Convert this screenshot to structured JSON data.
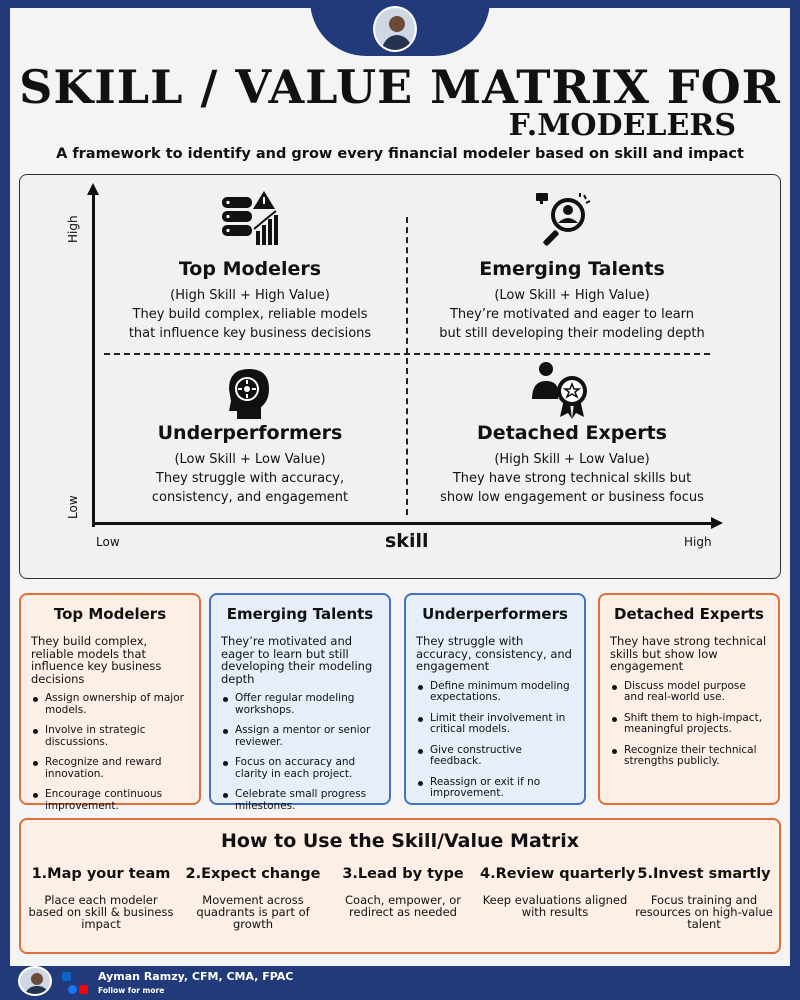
{
  "header": {
    "title_line1": "SKILL / VALUE MATRIX FOR",
    "title_line2": "F.MODELERS",
    "subtitle": "A framework to identify and grow every financial modeler based on skill and impact"
  },
  "matrix": {
    "y_high": "High",
    "y_low": "Low",
    "x_low": "Low",
    "x_high": "High",
    "x_title": "skill",
    "quadrants": [
      {
        "title": "Top Modelers",
        "tag": "(High Skill + High Value)",
        "line1": "They build complex, reliable models",
        "line2": "that influence key business decisions",
        "icon": "server-chart-warning-icon"
      },
      {
        "title": "Emerging Talents",
        "tag": "(Low Skill + High Value)",
        "line1": "They’re motivated and eager to learn",
        "line2": "but still developing their modeling depth",
        "icon": "magnifier-person-icon"
      },
      {
        "title": "Underperformers",
        "tag": "(Low Skill + Low Value)",
        "line1": "They struggle with accuracy,",
        "line2": "consistency, and engagement",
        "icon": "head-arrows-icon"
      },
      {
        "title": "Detached Experts",
        "tag": "(High Skill + Low Value)",
        "line1": "They have strong technical skills but",
        "line2": "show low engagement or business focus",
        "icon": "person-award-icon"
      }
    ]
  },
  "cards": [
    {
      "title": "Top Modelers",
      "desc": "They build complex, reliable models that influence key business decisions",
      "items": [
        "Assign ownership of major models.",
        "Involve in strategic discussions.",
        "Recognize and reward innovation.",
        "Encourage continuous improvement."
      ],
      "color": "#e0703a"
    },
    {
      "title": "Emerging Talents",
      "desc": "They’re motivated and eager to learn but still developing their modeling depth",
      "items": [
        "Offer regular modeling workshops.",
        "Assign a mentor or senior reviewer.",
        "Focus on accuracy and clarity in each project.",
        "Celebrate small progress milestones."
      ],
      "color": "#4472c4"
    },
    {
      "title": "Underperformers",
      "desc": "They struggle with accuracy, consistency, and engagement",
      "items": [
        "Define minimum modeling expectations.",
        "Limit their involvement in critical models.",
        "Give constructive feedback.",
        "Reassign or exit if no improvement."
      ],
      "color": "#4472c4"
    },
    {
      "title": "Detached Experts",
      "desc": "They have strong technical skills but show low engagement",
      "items": [
        "Discuss model purpose and real-world use.",
        "Shift them to high-impact, meaningful projects.",
        "Recognize their technical strengths publicly."
      ],
      "color": "#e0703a"
    }
  ],
  "how": {
    "title": "How to Use the Skill/Value Matrix",
    "steps": [
      {
        "head": "1.Map your team",
        "desc": "Place each modeler based on skill & business impact"
      },
      {
        "head": "2.Expect change",
        "desc": "Movement across quadrants is part of growth"
      },
      {
        "head": "3.Lead by type",
        "desc": "Coach, empower, or redirect as needed"
      },
      {
        "head": "4.Review quarterly",
        "desc": "Keep evaluations aligned with results"
      },
      {
        "head": "5.Invest smartly",
        "desc": "Focus training and resources on high-value talent"
      }
    ]
  },
  "footer": {
    "name": "Ayman Ramzy, CFM, CMA, FPAC",
    "follow": "Follow for more",
    "icons": [
      "linkedin-icon",
      "facebook-icon",
      "youtube-icon"
    ]
  },
  "colors": {
    "navy": "#22397a",
    "orange": "#e0703a",
    "blue": "#4472c4"
  }
}
